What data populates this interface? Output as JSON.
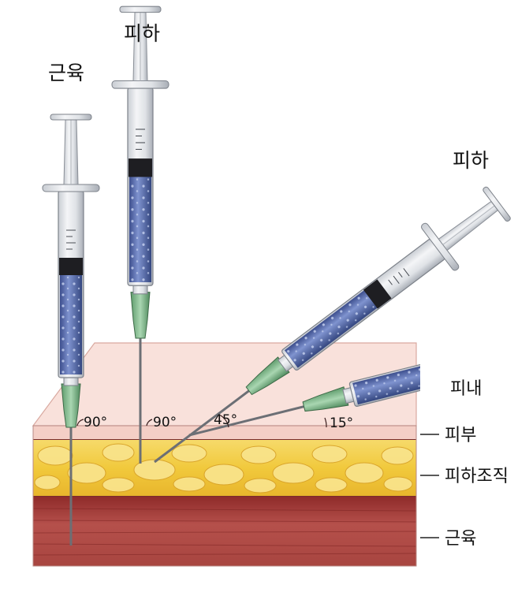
{
  "syringes": {
    "im": {
      "label": "근육",
      "angle": "90°"
    },
    "subq_vertical": {
      "label": "피하",
      "angle": "90°"
    },
    "subq_angled": {
      "label": "피하",
      "angle": "45°"
    },
    "intradermal": {
      "label": "피내",
      "angle": "15°"
    }
  },
  "layers": {
    "skin": "피부",
    "subcutaneous": "피하조직",
    "muscle": "근육"
  },
  "colors": {
    "skin": "#f6d6cf",
    "skin_top": "#f9e1db",
    "fat": "#f3d04a",
    "muscle": "#a33a37",
    "medication": "#5e74b8",
    "hub": "#8fc39a"
  }
}
